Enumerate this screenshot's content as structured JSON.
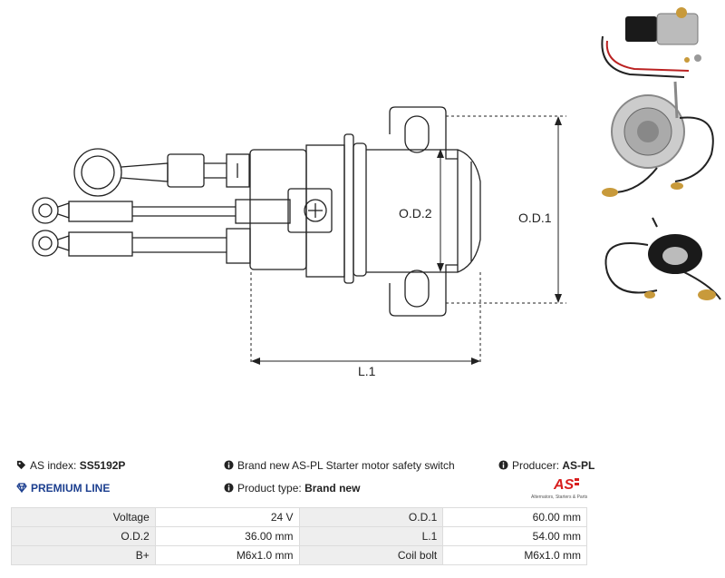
{
  "dimensions": {
    "od1": "O.D.1",
    "od2": "O.D.2",
    "l1": "L.1"
  },
  "info": {
    "index_label": "AS index:",
    "index_value": "SS5192P",
    "premium": "PREMIUM LINE",
    "description": "Brand new AS-PL Starter motor safety switch",
    "product_type_label": "Product type:",
    "product_type_value": "Brand new",
    "producer_label": "Producer:",
    "producer_value": "AS-PL",
    "logo_caption": "Alternators, Starters & Parts"
  },
  "specs": [
    {
      "label_left": "Voltage",
      "value_left": "24 V",
      "label_right": "O.D.1",
      "value_right": "60.00 mm"
    },
    {
      "label_left": "O.D.2",
      "value_left": "36.00 mm",
      "label_right": "L.1",
      "value_right": "54.00 mm"
    },
    {
      "label_left": "B+",
      "value_left": "M6x1.0 mm",
      "label_right": "Coil bolt",
      "value_right": "M6x1.0 mm"
    }
  ],
  "colors": {
    "premium": "#1c3f8f",
    "logo_red": "#d81e1e",
    "dim_line": "#222222"
  },
  "icons": [
    "tag-icon",
    "info-icon",
    "diamond-icon",
    "info-icon",
    "info-icon"
  ]
}
